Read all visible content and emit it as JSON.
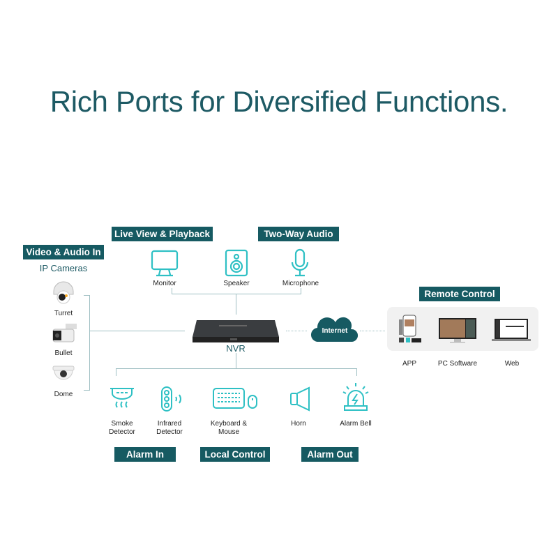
{
  "title": "Rich Ports for Diversified Functions.",
  "tags": {
    "video_audio_in": "Video & Audio In",
    "live_view": "Live View & Playback",
    "two_way_audio": "Two-Way Audio",
    "remote_control": "Remote Control",
    "alarm_in": "Alarm In",
    "local_control": "Local Control",
    "alarm_out": "Alarm Out"
  },
  "cameras": {
    "heading": "IP Cameras",
    "items": [
      "Turret",
      "Bullet",
      "Dome"
    ]
  },
  "top_devices": [
    "Monitor",
    "Speaker",
    "Microphone"
  ],
  "nvr": "NVR",
  "internet": "Internet",
  "remote": [
    "APP",
    "PC Software",
    "Web"
  ],
  "bottom_devices": [
    "Smoke Detector",
    "Infrared Detector",
    "Keyboard & Mouse",
    "Horn",
    "Alarm Bell"
  ],
  "colors": {
    "tag_bg": "#165a62",
    "icon": "#2ec0c4",
    "line": "#9fbfc3"
  }
}
